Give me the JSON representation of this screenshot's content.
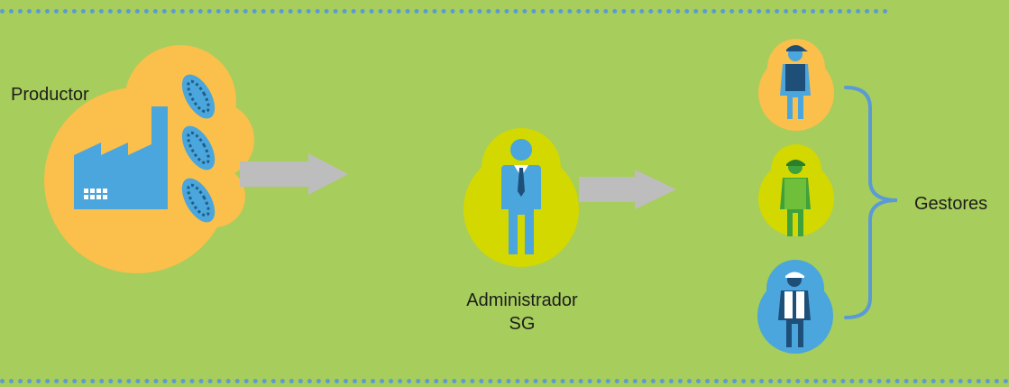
{
  "producer": {
    "label": "Productor"
  },
  "administrator": {
    "line1": "Administrador",
    "line2": "SG"
  },
  "managers": {
    "label": "Gestores"
  },
  "colors": {
    "background": "#a7cd5c",
    "producer_blob": "#fbbf4b",
    "admin_blob": "#d3d800",
    "icon_blue": "#4aa6dc",
    "arrow": "#bdbdbd",
    "bracket": "#5b9bd5",
    "dots": "#5b9bd5"
  },
  "icons": {
    "factory": "factory-icon",
    "tires": "tire-icon",
    "admin": "businessman-icon",
    "manager_1": "worker-cap-icon",
    "manager_2": "worker-helmet-icon",
    "manager_3": "worker-vest-icon"
  }
}
